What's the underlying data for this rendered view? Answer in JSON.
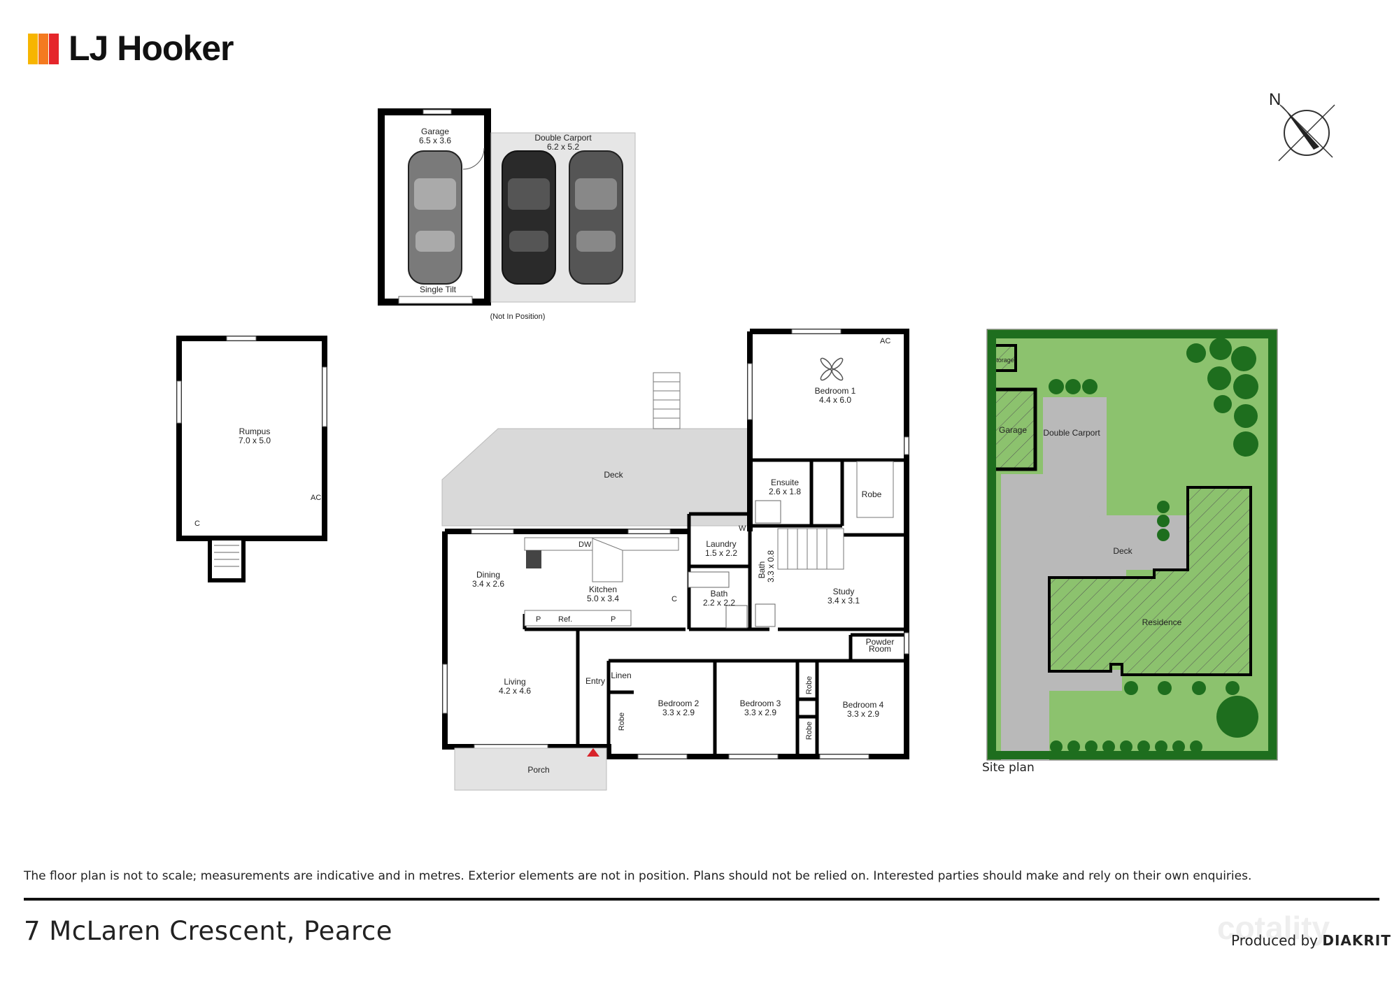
{
  "brand": {
    "name": "LJ Hooker",
    "logo_colors": [
      "#f7b500",
      "#f47a20",
      "#e5262b"
    ]
  },
  "compass": {
    "label": "N"
  },
  "garage": {
    "name": "Garage",
    "dims": "6.5 x 3.6",
    "door": "Single Tilt"
  },
  "carport": {
    "name": "Double Carport",
    "dims": "6.2 x 5.2"
  },
  "not_in_position": "(Not In Position)",
  "rumpus": {
    "name": "Rumpus",
    "dims": "7.0 x 5.0",
    "ac": "AC",
    "cupboard": "C"
  },
  "rooms": {
    "deck": "Deck",
    "bedroom1": {
      "name": "Bedroom 1",
      "dims": "4.4 x 6.0",
      "ac": "AC"
    },
    "ensuite": {
      "name": "Ensuite",
      "dims": "2.6 x 1.8"
    },
    "robe_b1": "Robe",
    "laundry": {
      "name": "Laundry",
      "dims": "1.5 x 2.2",
      "w": "W"
    },
    "bath_small": {
      "name": "Bath",
      "dims": "3.3 x 0.8"
    },
    "bath": {
      "name": "Bath",
      "dims": "2.2 x 2.2"
    },
    "dining": {
      "name": "Dining",
      "dims": "3.4 x 2.6"
    },
    "kitchen": {
      "name": "Kitchen",
      "dims": "5.0 x 3.4",
      "dw": "DW",
      "p1": "P",
      "ref": "Ref.",
      "p2": "P",
      "c": "C"
    },
    "study": {
      "name": "Study",
      "dims": "3.4 x 3.1"
    },
    "powder": {
      "line1": "Powder",
      "line2": "Room"
    },
    "living": {
      "name": "Living",
      "dims": "4.2 x 4.6"
    },
    "entry": "Entry",
    "linen": "Linen",
    "bedroom2": {
      "name": "Bedroom 2",
      "dims": "3.3 x 2.9",
      "robe": "Robe"
    },
    "bedroom3": {
      "name": "Bedroom 3",
      "dims": "3.3 x 2.9"
    },
    "bedroom4": {
      "name": "Bedroom 4",
      "dims": "3.3 x 2.9",
      "robe1": "Robe",
      "robe2": "Robe"
    },
    "porch": "Porch"
  },
  "site_plan": {
    "caption": "Site plan",
    "storage": "Storage",
    "garage": "Garage",
    "carport": "Double Carport",
    "deck": "Deck",
    "residence": "Residence",
    "colors": {
      "lawn": "#8cc26e",
      "tree": "#1e6e1e",
      "paving": "#b9b9b9"
    }
  },
  "disclaimer": "The floor plan is not to scale; measurements are indicative and in metres. Exterior elements are not in position. Plans should not be relied on. Interested parties should make and rely on their own enquiries.",
  "address": "7 McLaren Crescent, Pearce",
  "produced_by": {
    "prefix": "Produced by",
    "company": "DIAKRIT"
  },
  "watermark": "cotality"
}
